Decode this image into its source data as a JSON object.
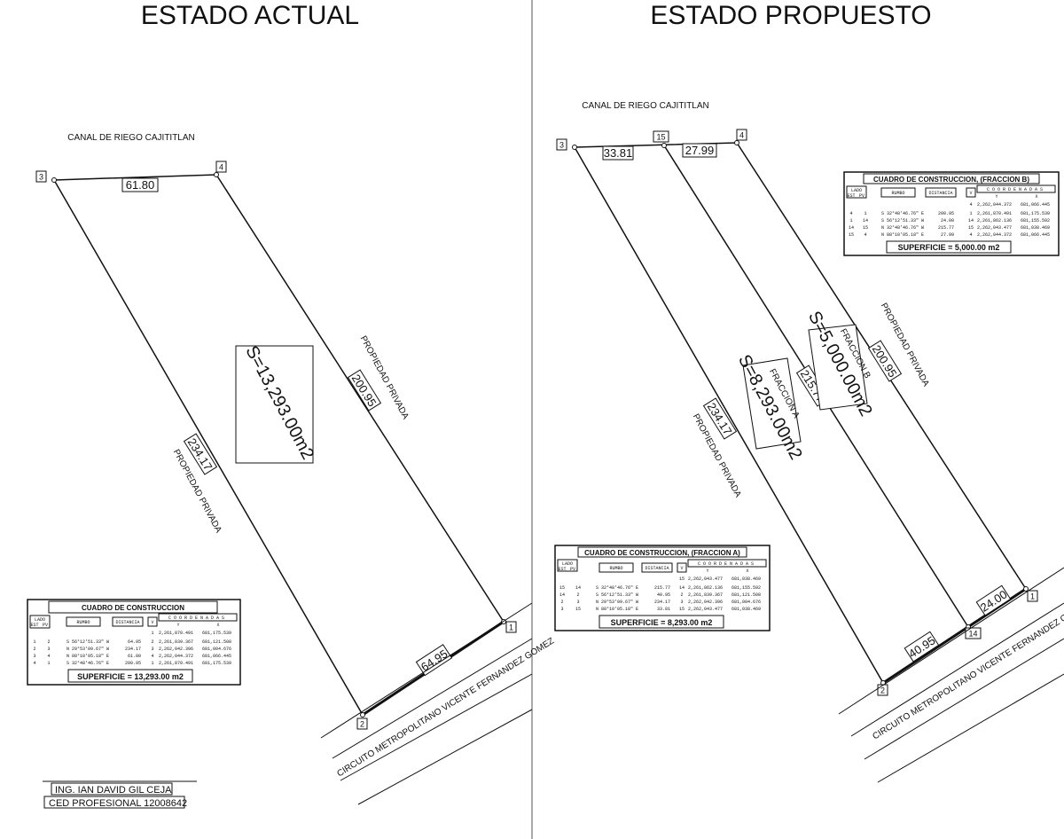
{
  "left": {
    "title": "ESTADO ACTUAL",
    "canal": "CANAL DE RIEGO CAJITITLAN",
    "prop_left": "PROPIEDAD PRIVADA",
    "prop_right": "PROPIEDAD PRIVADA",
    "area": "S=13,293.00m2",
    "vertices": [
      "1",
      "2",
      "3",
      "4"
    ],
    "dist_top": "61.80",
    "dist_left": "234.17",
    "dist_right": "200.95",
    "dist_bottom": "64.95",
    "road": "CIRCUITO METROPOLITANO VICENTE FERNANDEZ GOMEZ",
    "table": {
      "title": "CUADRO DE CONSTRUCCION",
      "h_lado": "LADO",
      "h_est": "EST",
      "h_pv": "PV",
      "h_rumbo": "RUMBO",
      "h_dist": "DISTANCIA",
      "h_v": "V",
      "h_coord": "COORDENADAS",
      "h_y": "Y",
      "h_x": "X",
      "first_v": "1",
      "first_y": "2,261,870.491",
      "first_x": "681,175.539",
      "rows": [
        {
          "est": "1",
          "pv": "2",
          "rumbo": "S 56°12'51.33\" W",
          "dist": "64.95",
          "v": "2",
          "y": "2,261,839.367",
          "x": "681,121.508"
        },
        {
          "est": "2",
          "pv": "3",
          "rumbo": "N 29°53'09.67\" W",
          "dist": "234.17",
          "v": "3",
          "y": "2,262,042.396",
          "x": "681,004.676"
        },
        {
          "est": "3",
          "pv": "4",
          "rumbo": "N 88°10'05.18\" E",
          "dist": "61.80",
          "v": "4",
          "y": "2,262,044.372",
          "x": "681,066.445"
        },
        {
          "est": "4",
          "pv": "1",
          "rumbo": "S 32°48'46.76\" E",
          "dist": "200.95",
          "v": "1",
          "y": "2,261,870.491",
          "x": "681,175.539"
        }
      ],
      "superficie": "SUPERFICIE = 13,293.00 m2"
    },
    "signature_name": "ING. IAN DAVID GIL CEJA",
    "signature_ced": "CED PROFESIONAL 12008642"
  },
  "right": {
    "title": "ESTADO PROPUESTO",
    "canal": "CANAL DE RIEGO CAJITITLAN",
    "prop_left": "PROPIEDAD PRIVADA",
    "prop_right": "PROPIEDAD PRIVADA",
    "vertices": [
      "3",
      "15",
      "4",
      "2",
      "14",
      "1"
    ],
    "dist_top_a": "33.81",
    "dist_top_b": "27.99",
    "dist_left": "234.17",
    "dist_mid": "215.77",
    "dist_right": "200.95",
    "dist_bottom_a": "40.95",
    "dist_bottom_b": "24.00",
    "fraccion_a": "FRACCION A",
    "area_a": "S=8,293.00m2",
    "fraccion_b": "FRACCION B",
    "area_b": "S=5,000.00m2",
    "road": "CIRCUITO METROPOLITANO VICENTE FERNANDEZ GOMEZ",
    "table_b": {
      "title": "CUADRO DE CONSTRUCCION, (FRACCION B)",
      "h_lado": "LADO",
      "h_est": "EST",
      "h_pv": "PV",
      "h_rumbo": "RUMBO",
      "h_dist": "DISTANCIA",
      "h_v": "V",
      "h_coord": "COORDENADAS",
      "h_y": "Y",
      "h_x": "X",
      "first_v": "4",
      "first_y": "2,262,044.372",
      "first_x": "681,066.445",
      "rows": [
        {
          "est": "4",
          "pv": "1",
          "rumbo": "S 32°48'46.76\" E",
          "dist": "200.95",
          "v": "1",
          "y": "2,261,870.491",
          "x": "681,175.539"
        },
        {
          "est": "1",
          "pv": "14",
          "rumbo": "S 56°12'51.33\" W",
          "dist": "24.00",
          "v": "14",
          "y": "2,261,862.136",
          "x": "681,155.592"
        },
        {
          "est": "14",
          "pv": "15",
          "rumbo": "N 32°48'46.76\" W",
          "dist": "215.77",
          "v": "15",
          "y": "2,262,043.477",
          "x": "681,038.469"
        },
        {
          "est": "15",
          "pv": "4",
          "rumbo": "N 88°10'05.18\" E",
          "dist": "27.99",
          "v": "4",
          "y": "2,262,044.372",
          "x": "681,066.445"
        }
      ],
      "superficie": "SUPERFICIE = 5,000.00 m2"
    },
    "table_a": {
      "title": "CUADRO DE CONSTRUCCION, (FRACCION A)",
      "h_lado": "LADO",
      "h_est": "EST",
      "h_pv": "PV",
      "h_rumbo": "RUMBO",
      "h_dist": "DISTANCIA",
      "h_v": "V",
      "h_coord": "COORDENADAS",
      "h_y": "Y",
      "h_x": "X",
      "first_v": "15",
      "first_y": "2,262,043.477",
      "first_x": "681,038.469",
      "rows": [
        {
          "est": "15",
          "pv": "14",
          "rumbo": "S 32°48'46.76\" E",
          "dist": "215.77",
          "v": "14",
          "y": "2,261,862.136",
          "x": "681,155.592"
        },
        {
          "est": "14",
          "pv": "2",
          "rumbo": "S 56°12'51.33\" W",
          "dist": "40.95",
          "v": "2",
          "y": "2,261,839.367",
          "x": "681,121.508"
        },
        {
          "est": "2",
          "pv": "3",
          "rumbo": "N 29°53'09.67\" W",
          "dist": "234.17",
          "v": "3",
          "y": "2,262,042.396",
          "x": "681,004.676"
        },
        {
          "est": "3",
          "pv": "15",
          "rumbo": "N 88°10'05.18\" E",
          "dist": "33.81",
          "v": "15",
          "y": "2,262,043.477",
          "x": "681,038.469"
        }
      ],
      "superficie": "SUPERFICIE = 8,293.00 m2"
    }
  }
}
